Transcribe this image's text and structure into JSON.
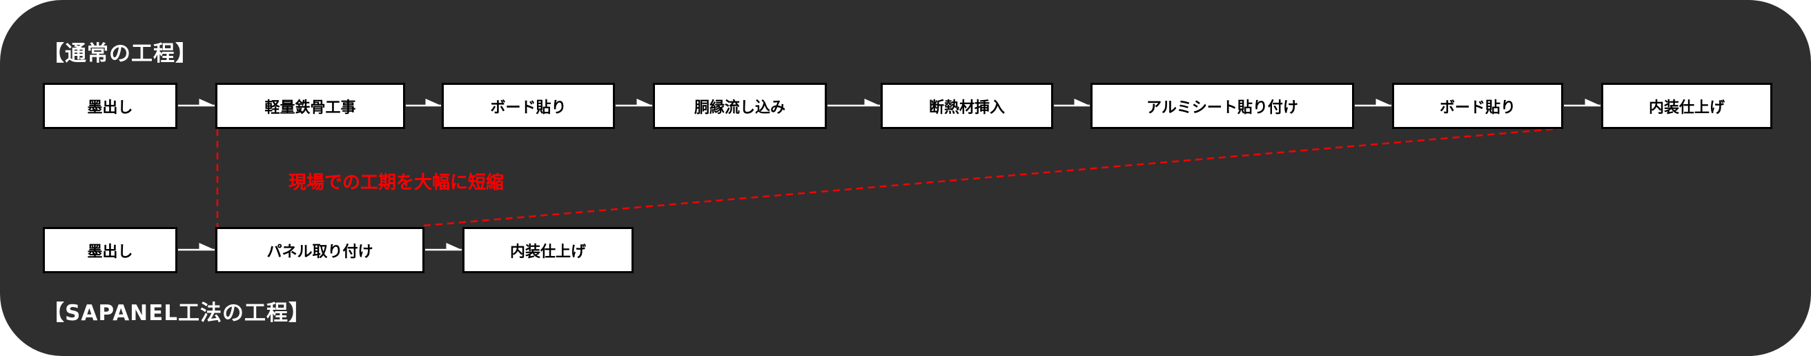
{
  "normal": {
    "title": "【通常の工程】",
    "steps": [
      "墨出し",
      "軽量鉄骨工事",
      "ボード貼り",
      "胴縁流し込み",
      "断熱材挿入",
      "アルミシート貼り付け",
      "ボード貼り",
      "内装仕上げ"
    ]
  },
  "sapanel": {
    "title": "【SAPANEL工法の工程】",
    "steps": [
      "墨出し",
      "パネル取り付け",
      "内装仕上げ"
    ]
  },
  "note": "現場での工期を大幅に短縮",
  "colors": {
    "background": "#2f2f2f",
    "accent": "#ff0000",
    "box": "#ffffff"
  }
}
